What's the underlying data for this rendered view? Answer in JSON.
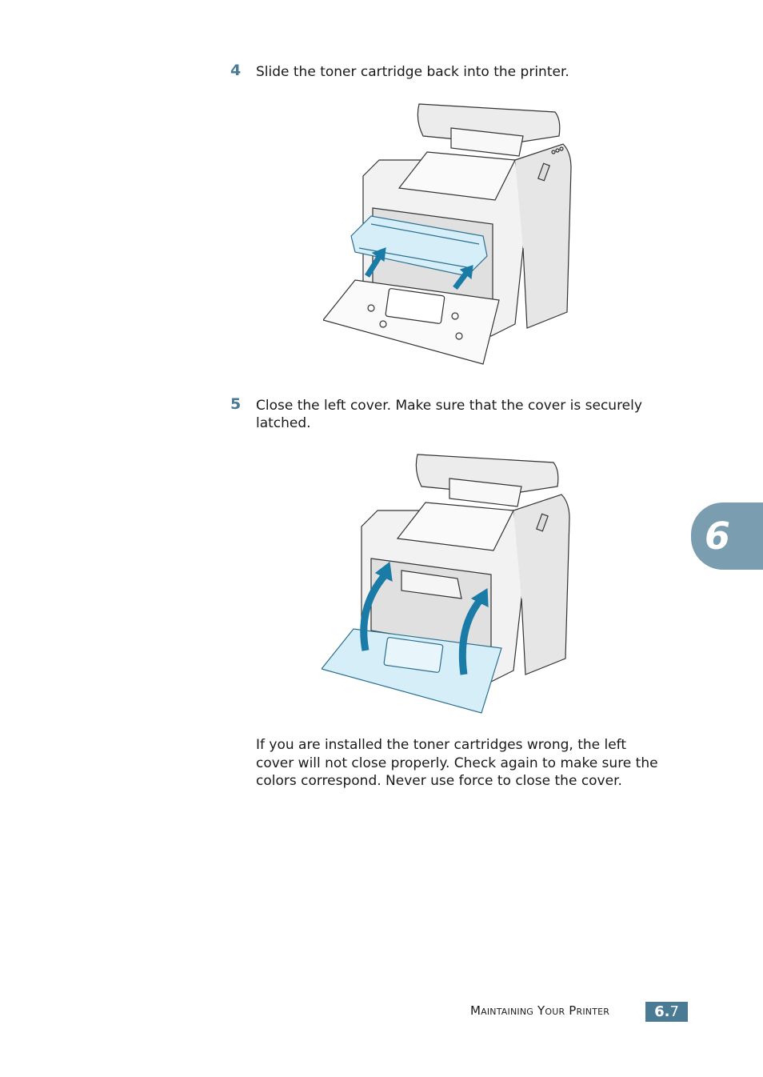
{
  "steps": [
    {
      "number": "4",
      "text": "Slide the toner cartridge back into the printer.",
      "figure": "printer-inserting-toner-cartridge"
    },
    {
      "number": "5",
      "text_line1": "Close the left cover. Make sure that the cover is securely",
      "text_line2": "latched.",
      "figure": "printer-closing-left-cover"
    }
  ],
  "note": {
    "line1": "If you are installed the toner cartridges wrong, the left",
    "line2": "cover will not close properly. Check again to make sure the",
    "line3": "colors correspond. Never use force to close the cover."
  },
  "chapter_tab": {
    "number": "6",
    "color": "#7b9db0"
  },
  "footer": {
    "section_title": "Maintaining Your Printer",
    "page_major": "6.",
    "page_minor": "7",
    "accent_color": "#4a7a94"
  },
  "colors": {
    "highlight": "#d6eef8",
    "arrow": "#1a7ba6"
  }
}
